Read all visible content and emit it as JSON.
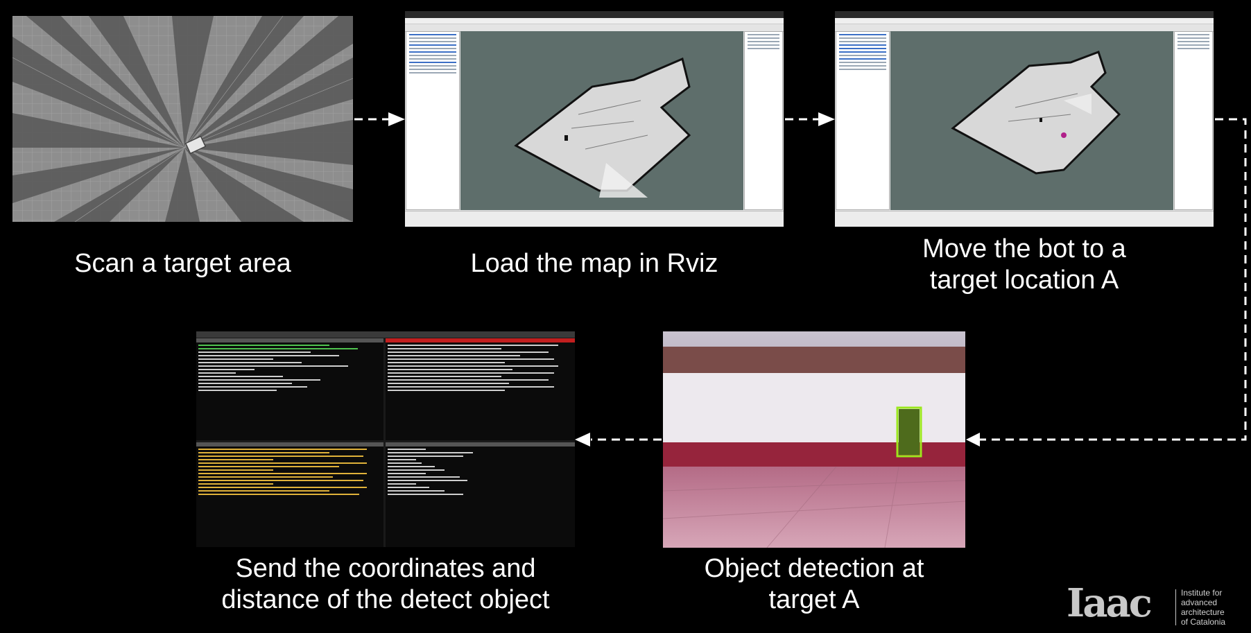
{
  "captions": {
    "scan": "Scan a target area",
    "load_map": "Load the map in Rviz",
    "move_line1": "Move the bot to a",
    "move_line2": "target location A",
    "send_line1": "Send the coordinates and",
    "send_line2": "distance of the detect object",
    "detect_line1": "Object detection at",
    "detect_line2": "target A"
  },
  "logo": {
    "mark": "Iaac",
    "line1": "Institute for",
    "line2": "advanced",
    "line3": "architecture",
    "line4": "of Catalonia"
  },
  "colors": {
    "background": "#000000",
    "connector": "#ffffff",
    "rviz_view": "#5e6e6b",
    "detection_box": "#9be81c"
  },
  "icons": {
    "connector": "dashed-arrow-icon",
    "logo": "iaac-logo-icon"
  }
}
